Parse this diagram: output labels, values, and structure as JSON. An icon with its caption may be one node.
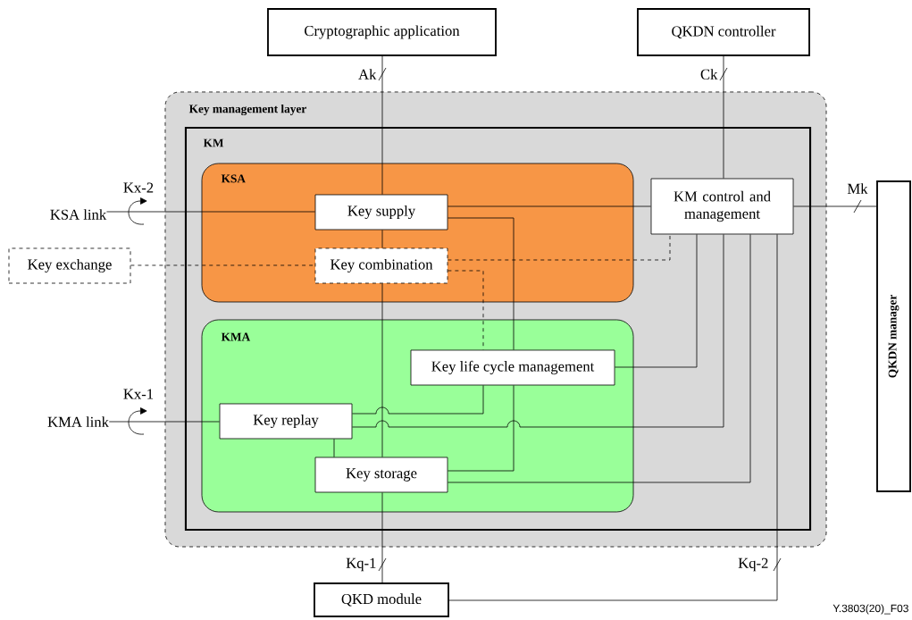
{
  "diagram": {
    "nodes": [
      {
        "text": [
          "Cryptographic application"
        ]
      },
      {
        "text": [
          "QKDN controller"
        ]
      },
      {
        "text": [
          "Key management layer"
        ]
      },
      {
        "text": [
          "KM"
        ],
        "in": 2
      },
      {
        "text": [
          "KSA"
        ],
        "in": 3
      },
      {
        "text": [
          "Key supply"
        ],
        "in": 4
      },
      {
        "text": [
          "Key combination"
        ],
        "in": 4
      },
      {
        "text": [
          "KMA"
        ],
        "in": 3
      },
      {
        "text": [
          "Key life cycle management"
        ],
        "in": 7
      },
      {
        "text": [
          "Key replay"
        ],
        "in": 7
      },
      {
        "text": [
          "Key storage"
        ],
        "in": 7
      },
      {
        "text": [
          "KM control and management"
        ],
        "in": 3
      },
      {
        "text": [
          "Key exchange"
        ]
      },
      {
        "text": [
          "KSA link"
        ]
      },
      {
        "text": [
          "KMA link"
        ]
      },
      {
        "text": [
          "QKDN manager"
        ]
      },
      {
        "text": [
          "QKD module"
        ]
      }
    ],
    "edges": [
      {
        "from": 0,
        "to": 5,
        "arrow": "none",
        "label": "Ak"
      },
      {
        "from": 1,
        "to": 11,
        "arrow": "none",
        "label": "Ck"
      },
      {
        "from": 13,
        "to": 5,
        "arrow": "none",
        "label": "Kx-2"
      },
      {
        "from": 12,
        "to": 6,
        "arrow": "none",
        "style": "dashed"
      },
      {
        "from": 5,
        "to": 6,
        "arrow": "none"
      },
      {
        "from": 6,
        "to": 10,
        "arrow": "none"
      },
      {
        "from": 10,
        "to": 16,
        "arrow": "none",
        "label": "Kq-1"
      },
      {
        "from": 5,
        "to": 11,
        "arrow": "none"
      },
      {
        "from": 5,
        "to": 8,
        "arrow": "none"
      },
      {
        "from": 8,
        "to": 10,
        "arrow": "none"
      },
      {
        "from": 6,
        "to": 11,
        "arrow": "none",
        "style": "dashed"
      },
      {
        "from": 6,
        "to": 8,
        "arrow": "none",
        "style": "dashed"
      },
      {
        "from": 8,
        "to": 11,
        "arrow": "none"
      },
      {
        "from": 14,
        "to": 9,
        "arrow": "none",
        "label": "Kx-1"
      },
      {
        "from": 9,
        "to": 8,
        "arrow": "none"
      },
      {
        "from": 9,
        "to": 11,
        "arrow": "none"
      },
      {
        "from": 9,
        "to": 10,
        "arrow": "none"
      },
      {
        "from": 10,
        "to": 11,
        "arrow": "none"
      },
      {
        "from": 11,
        "to": 16,
        "arrow": "none",
        "label": "Kq-2"
      },
      {
        "from": 11,
        "to": 15,
        "arrow": "none",
        "label": "Mk"
      }
    ],
    "labels": [
      "Y.3803(20)_F03"
    ]
  }
}
